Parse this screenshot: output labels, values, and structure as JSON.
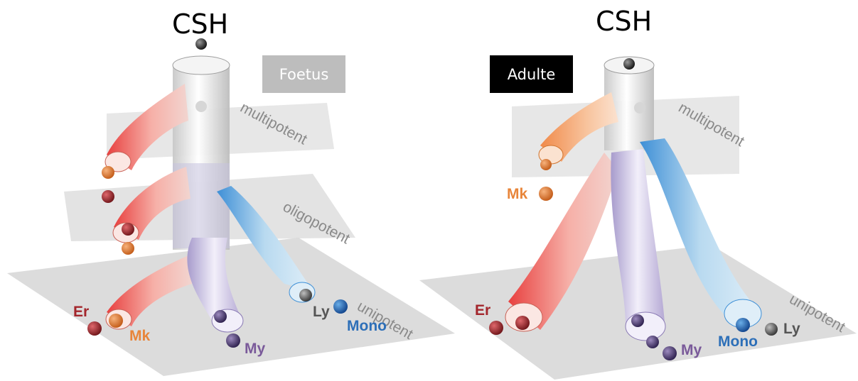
{
  "panels": [
    {
      "title": "CSH",
      "stage": {
        "label": "Foetus",
        "bg": "#bdbdbd",
        "fg": "#ffffff"
      },
      "levels": [
        "multipotent",
        "oligopotent",
        "unipotent"
      ],
      "cells": {
        "er": "Er",
        "mk": "Mk",
        "my": "My",
        "ly": "Ly",
        "mono": "Mono"
      }
    },
    {
      "title": "CSH",
      "stage": {
        "label": "Adulte",
        "bg": "#000000",
        "fg": "#ffffff"
      },
      "levels": [
        "multipotent",
        "unipotent"
      ],
      "cells": {
        "mk": "Mk",
        "er": "Er",
        "my": "My",
        "mono": "Mono",
        "ly": "Ly"
      }
    }
  ],
  "colors": {
    "er": "#a3262c",
    "mk": "#e8853a",
    "my": "#7a5a9a",
    "ly": "#555555",
    "mono": "#2d6fb8",
    "plane": "#d9d9d9",
    "level_text": "#8a8a8a"
  }
}
